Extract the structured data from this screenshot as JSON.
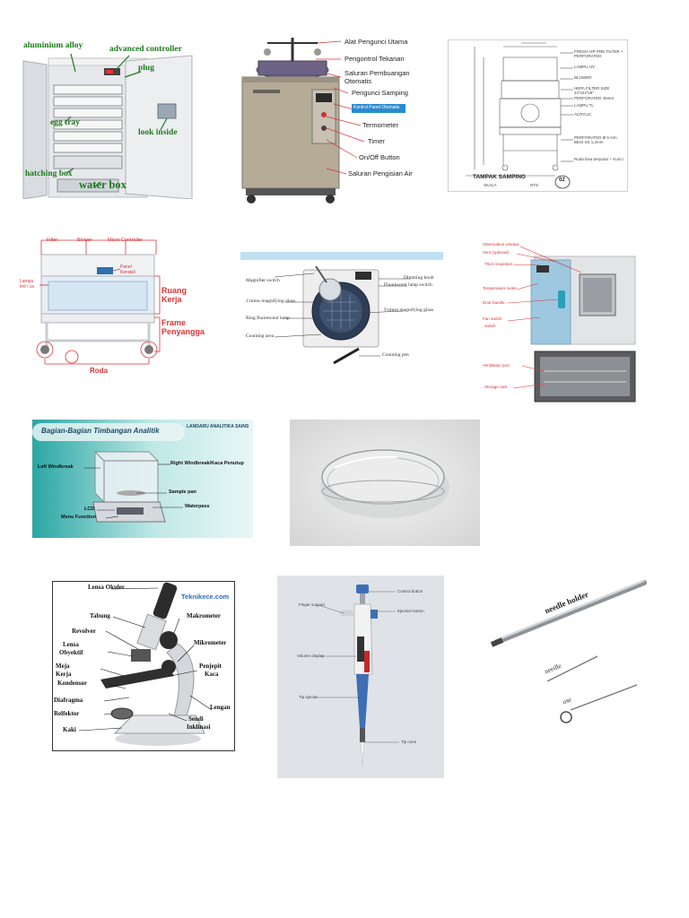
{
  "incubator": {
    "aluminium_alloy": "aluminium alloy",
    "advanced_controller": "advanced controller",
    "plug": "plug",
    "egg_tray": "egg tray",
    "look_inside": "look inside",
    "hatching_box": "hatching box",
    "water_box": "water box"
  },
  "autoclave": {
    "labels": [
      "Alat Pengunci Utama",
      "Pengontrol Tekanan",
      "Saluran Pembuangan",
      "Otomatis",
      "Pengunci Samping",
      "Kontrol Panel Otomatis",
      "Termometer",
      "Timer",
      "On/Off Button",
      "Saluran Pengisian Air"
    ]
  },
  "drawing": {
    "title": "TAMPAK SAMPING",
    "scale": "SKALA",
    "nts": "NTS",
    "sheet": "02",
    "notes": [
      "FRESH AIR PRE FILTER + PERFORATED",
      "LAMPU UV",
      "BLOWER",
      "HEPA FILTER SIZE 24\"x24\"x6\"",
      "PERFORATED 45mm",
      "LAMPU TL",
      "ACRYLIC",
      "PERFORATED Ø 5 mm BESI SS 1,2mm",
      "Roda bisa berputar + Kunci"
    ]
  },
  "biosafety": {
    "filter": "Filter",
    "blower": "Blower",
    "micro_controller": "Micro Controller",
    "lampu": "Lampu",
    "lampu2": "led / uv",
    "panel": "Panel",
    "panel2": "Kendali",
    "ruang": "Ruang",
    "kerja": "Kerja",
    "frame": "Frame",
    "penyangga": "Penyangga",
    "roda": "Roda"
  },
  "counter": {
    "magnifier_switch": "Magnifier switch",
    "dimming_knob": "Dimming knob",
    "fluorescent_switch": "Fluorescent lamp switch",
    "three_times": "3 times magnifying glass",
    "nine_times": "9 times magnifying glass",
    "ring_lamp": "Ring fluorescent lamp",
    "counting_area": "Counting area",
    "counting_pen": "Counting pen"
  },
  "oven": {
    "observation_window": "Observation window",
    "vent": "Vent (optional)",
    "insulation": "Thick insulation",
    "temp_meter": "Temperature meter",
    "door_handle": "Door handle",
    "fan_switch": "Fan switch",
    "switch": "switch",
    "ventilation": "Ventilation port",
    "storage_rack": "Storage rack"
  },
  "balance": {
    "title": "Bagian-Bagian Timbangan Analitik",
    "brand": "LANDARU ANALITIKA SAINS",
    "left_windbreak": "Left Windbreak",
    "right_windbreak": "Right  Windbreak/Kaca Penutup",
    "sample_pan": "Sample pan",
    "lcd": "LCD",
    "waterpass": "Waterpass",
    "menu_function": "Menu Function"
  },
  "microscope": {
    "website": "Teknikece.com",
    "lensa_okuler": "Lensa Okuler",
    "tabung": "Tabung",
    "revolver": "Revolver",
    "lensa_obyektif": "Lensa",
    "lensa_obyektif2": "Obyektif",
    "meja_kerja": "Meja",
    "meja_kerja2": "Kerja",
    "kondensor": "Kondensor",
    "diafragma": "Diafragma",
    "reflektor": "Relfektor",
    "kaki": "Kaki",
    "makrometer": "Makrometer",
    "mikrometer": "Mikrometer",
    "penjepit": "Penjepit",
    "penjepit2": "Kaca",
    "lengan": "Lengan",
    "sendi": "Sendi",
    "sendi2": "Inklinasi"
  },
  "pipette": {
    "control_button": "Control button",
    "finger_support": "Finger support",
    "ejection_button": "Ejection button",
    "volume_display": "Volume display",
    "tip_ejector": "Tip ejector",
    "tip_cone": "Tip cone"
  },
  "needle": {
    "holder": "needle holder",
    "needle": "needle",
    "ose": "ose"
  }
}
